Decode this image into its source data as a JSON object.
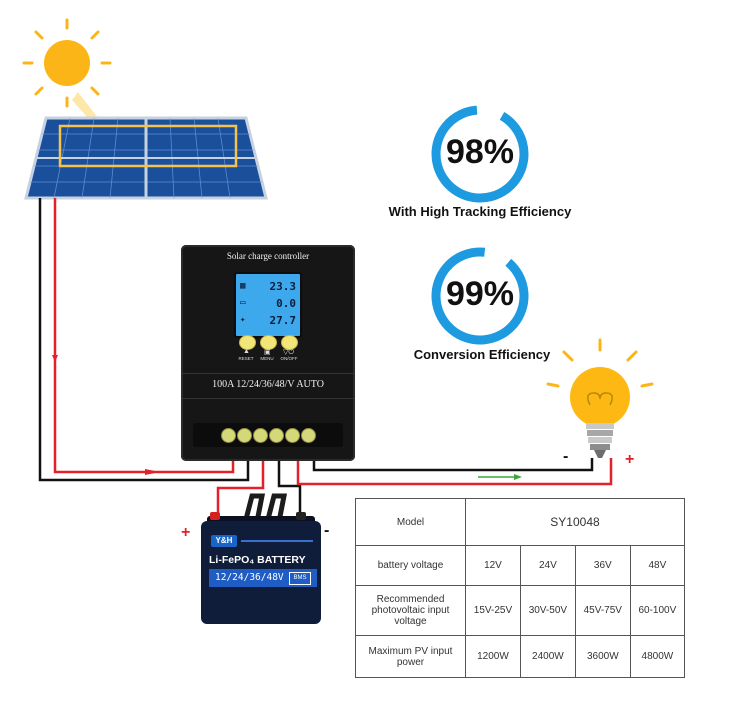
{
  "controller": {
    "title": "Solar charge controller",
    "lcd": [
      {
        "icon": "panel-icon",
        "value": "23.3"
      },
      {
        "icon": "battery-icon",
        "value": "0.0"
      },
      {
        "icon": "load-icon",
        "value": "27.7"
      }
    ],
    "buttons": [
      {
        "icon": "warning-icon",
        "label": "RESET"
      },
      {
        "icon": "menu-icon",
        "label": "MENU"
      },
      {
        "icon": "power-icon",
        "label": "ON/OFF"
      }
    ],
    "model_text": "100A 12/24/36/48/V AUTO",
    "terminal_count": 6
  },
  "efficiency": [
    {
      "value": "98%",
      "caption": "With High Tracking Efficiency"
    },
    {
      "value": "99%",
      "caption": "Conversion Efficiency"
    }
  ],
  "signs": {
    "plus": "+",
    "minus": "-"
  },
  "battery": {
    "brand": "Y&H",
    "type": "Li-FePO₄ BATTERY",
    "voltage": "12/24/36/48V",
    "badge": "BMS"
  },
  "spec_table": {
    "model_label": "Model",
    "model_value": "SY10048",
    "rows": [
      {
        "label": "battery voltage",
        "values": [
          "12V",
          "24V",
          "36V",
          "48V"
        ]
      },
      {
        "label": "Recommended photovoltaic input voltage",
        "values": [
          "15V-25V",
          "30V-50V",
          "45V-75V",
          "60-100V"
        ]
      },
      {
        "label": "Maximum PV input power",
        "values": [
          "1200W",
          "2400W",
          "3600W",
          "4800W"
        ]
      }
    ]
  },
  "colors": {
    "accent_ring": "#1e9be0",
    "wire_red": "#e4202a",
    "wire_black": "#111111",
    "sun": "#fcb516",
    "bulb": "#fdb813"
  }
}
